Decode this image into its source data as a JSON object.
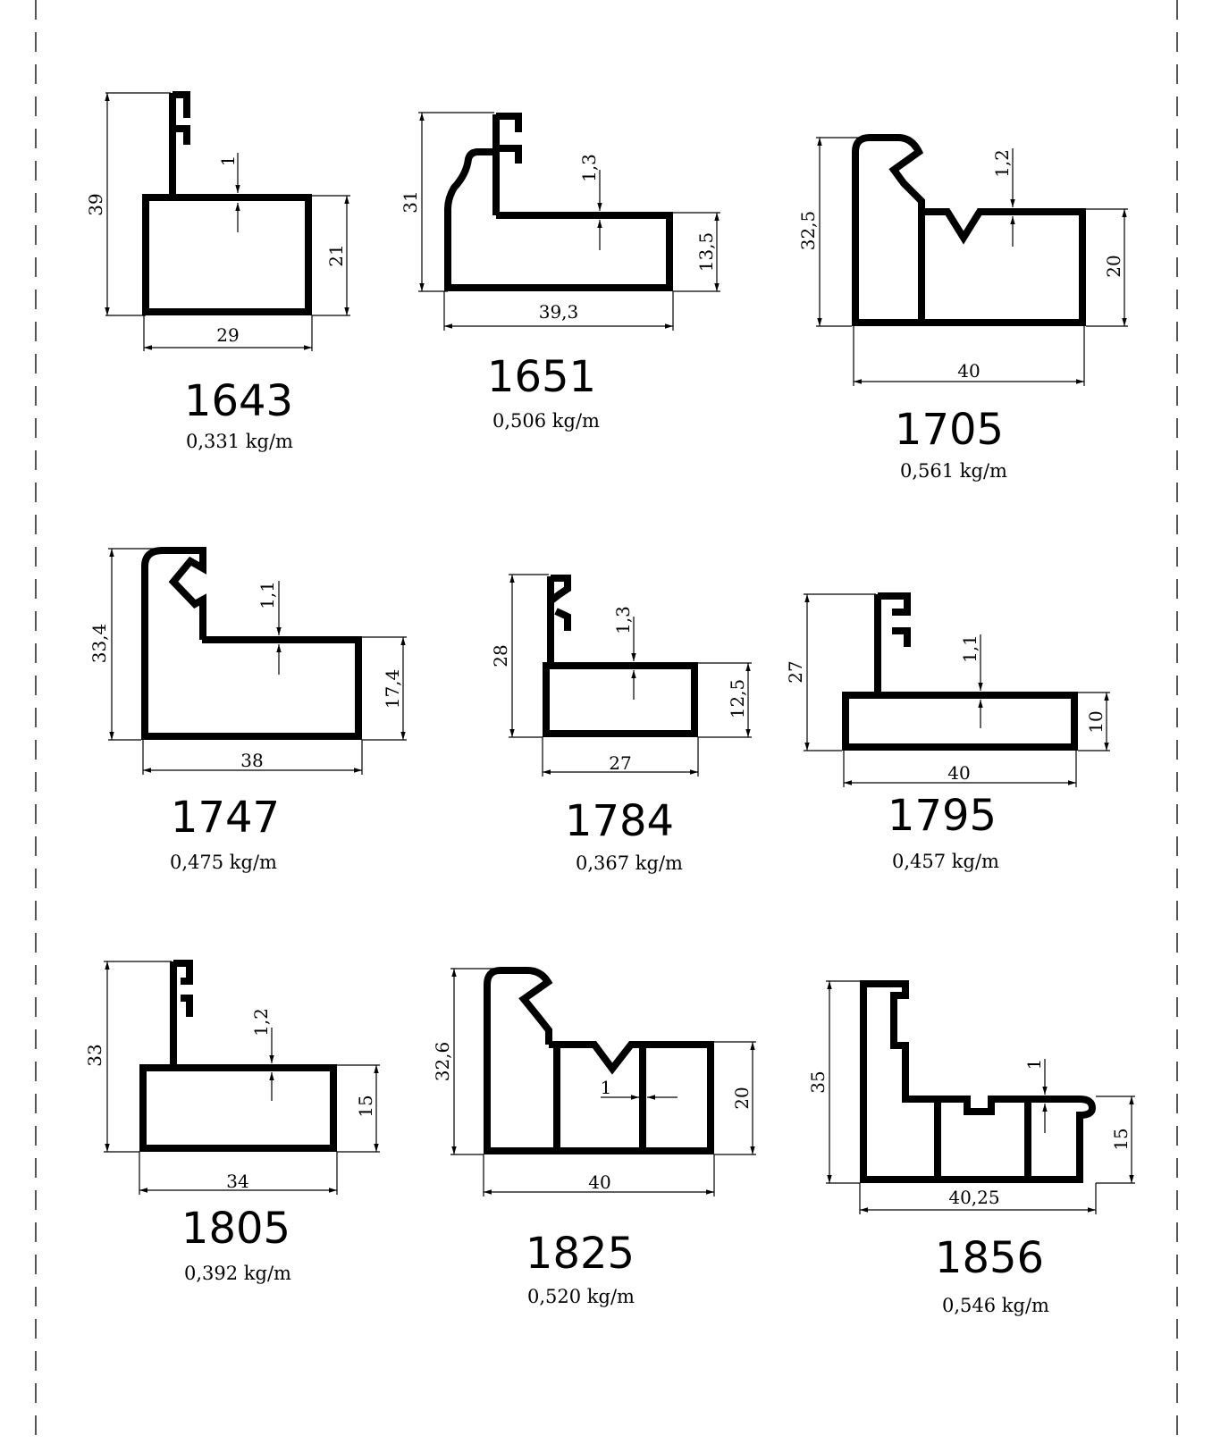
{
  "profiles": [
    {
      "code": "1643",
      "weight": "0,331 kg/m",
      "height": "39",
      "inner_height": "21",
      "width": "29",
      "thickness": "1"
    },
    {
      "code": "1651",
      "weight": "0,506 kg/m",
      "height": "31",
      "inner_height": "13,5",
      "width": "39,3",
      "thickness": "1,3"
    },
    {
      "code": "1705",
      "weight": "0,561 kg/m",
      "height": "32,5",
      "inner_height": "20",
      "width": "40",
      "thickness": "1,2"
    },
    {
      "code": "1747",
      "weight": "0,475 kg/m",
      "height": "33,4",
      "inner_height": "17,4",
      "width": "38",
      "thickness": "1,1"
    },
    {
      "code": "1784",
      "weight": "0,367 kg/m",
      "height": "28",
      "inner_height": "12,5",
      "width": "27",
      "thickness": "1,3"
    },
    {
      "code": "1795",
      "weight": "0,457 kg/m",
      "height": "27",
      "inner_height": "10",
      "width": "40",
      "thickness": "1,1"
    },
    {
      "code": "1805",
      "weight": "0,392 kg/m",
      "height": "33",
      "inner_height": "15",
      "width": "34",
      "thickness": "1,2"
    },
    {
      "code": "1825",
      "weight": "0,520 kg/m",
      "height": "32,6",
      "inner_height": "20",
      "width": "40",
      "thickness": "1"
    },
    {
      "code": "1856",
      "weight": "0,546 kg/m",
      "height": "35",
      "inner_height": "15",
      "width": "40,25",
      "thickness": "1"
    }
  ]
}
